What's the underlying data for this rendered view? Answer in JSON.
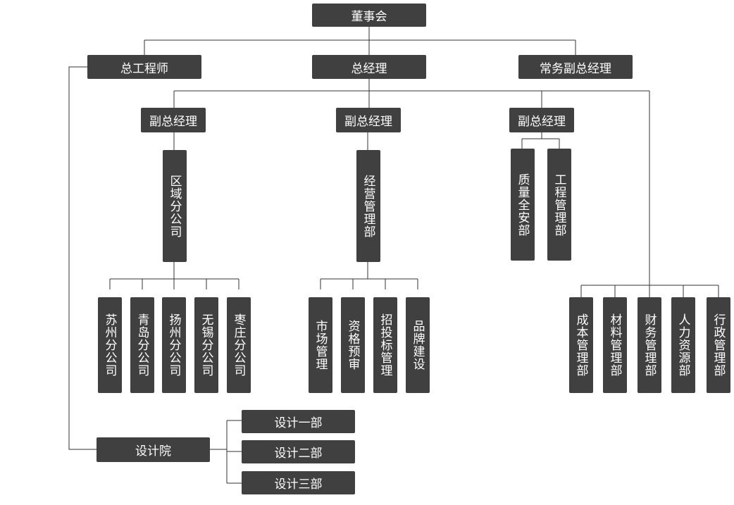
{
  "nodes": {
    "board": "董事会",
    "chief_engineer": "总工程师",
    "gm": "总经理",
    "exec_vgm": "常务副总经理",
    "vgm_1": "副总经理",
    "vgm_2": "副总经理",
    "vgm_3": "副总经理",
    "regional": "区域分公司",
    "operations": "经营管理部",
    "quality": "质量全安部",
    "engineering": "工程管理部",
    "suzhou": "苏州分公司",
    "qingdao": "青岛分公司",
    "yangzhou": "扬州分公司",
    "wuxi": "无锡分公司",
    "zaozhuang": "枣庄分公司",
    "market": "市场管理",
    "qualification": "资格预审",
    "bidding": "招投标管理",
    "brand": "品牌建设",
    "cost": "成本管理部",
    "material": "材料管理部",
    "finance": "财务管理部",
    "hr": "人力资源部",
    "admin": "行政管理部",
    "design_institute": "设计院",
    "design_1": "设计一部",
    "design_2": "设计二部",
    "design_3": "设计三部"
  },
  "colors": {
    "box": "#404040",
    "text": "#ffffff",
    "line": "#333333"
  }
}
